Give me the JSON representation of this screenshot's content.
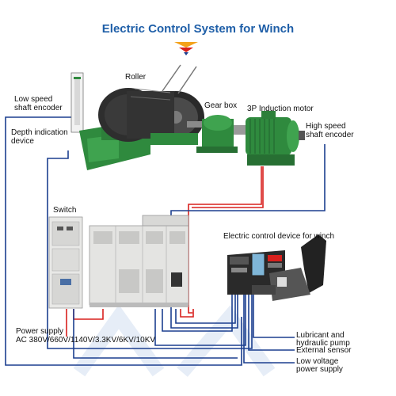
{
  "title": "Electric Control System for Winch",
  "labels": {
    "roller": "Roller",
    "low_speed_encoder": [
      "Low speed",
      "shaft encoder"
    ],
    "depth_device": [
      "Depth indication",
      "device"
    ],
    "gear_box": "Gear box",
    "induction_motor": "3P Induction motor",
    "high_speed_encoder": [
      "High speed",
      "shaft encoder"
    ],
    "switch": "Switch",
    "control_device": "Electric control device for winch",
    "power_supply": [
      "Power supply",
      "AC 380V/660V/1140V/3.3KV/6KV/10KV"
    ],
    "lubricant_pump": [
      "Lubricant and",
      "hydraulic pump"
    ],
    "external_sensor": "External sensor",
    "low_voltage_supply": [
      "Low voltage",
      "power supply"
    ]
  },
  "colors": {
    "title": "#1f5fa8",
    "red_wire": "#d8201d",
    "blue_wire": "#1c3f8f",
    "machine_green": "#2f8a3e",
    "cabinet": "#e8e8e6"
  }
}
